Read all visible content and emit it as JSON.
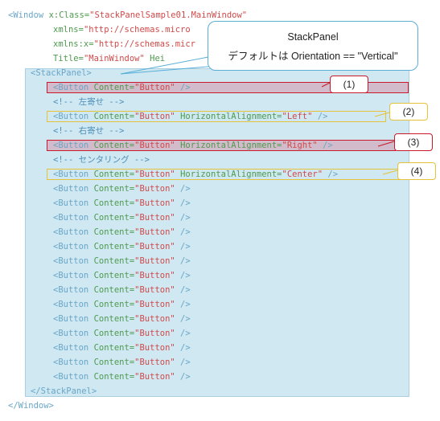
{
  "code": {
    "window_open": {
      "tag": "<Window ",
      "attr": "x:Class=",
      "val": "\"StackPanelSample01.MainWindow\""
    },
    "xmlns1": {
      "attr": "xmlns=",
      "val": "\"http://schemas.micro"
    },
    "xmlns2": {
      "attr": "xmlns:x=",
      "val": "\"http://schemas.micr"
    },
    "title_attr": {
      "attr": "Title=",
      "val": "\"MainWindow\"",
      "tail": " Hei"
    },
    "stack_open": "<StackPanel>",
    "button_tag": "<Button ",
    "content_attr": "Content=",
    "button_val": "\"Button\"",
    "close": " />",
    "halign_attr": "HorizontalAlignment=",
    "left_val": "\"Left\"",
    "right_val": "\"Right\"",
    "center_val": "\"Center\"",
    "comment_left": "<!-- 左寄せ -->",
    "comment_right": "<!-- 右寄せ -->",
    "comment_center": "<!-- センタリング -->",
    "stack_close": "</StackPanel>",
    "window_close": "</Window>"
  },
  "bubble": {
    "line1": "StackPanel",
    "line2": "デフォルトは Orientation == \"Vertical\""
  },
  "callouts": {
    "c1": "(1)",
    "c2": "(2)",
    "c3": "(3)",
    "c4": "(4)"
  },
  "colors": {
    "tag": "#6aa6c8",
    "attribute": "#4f9a4f",
    "string": "#d04a4a",
    "panel_fill": "#cfe8f2",
    "red_highlight": "#c81a2a",
    "yellow_highlight": "#e6c23a"
  }
}
